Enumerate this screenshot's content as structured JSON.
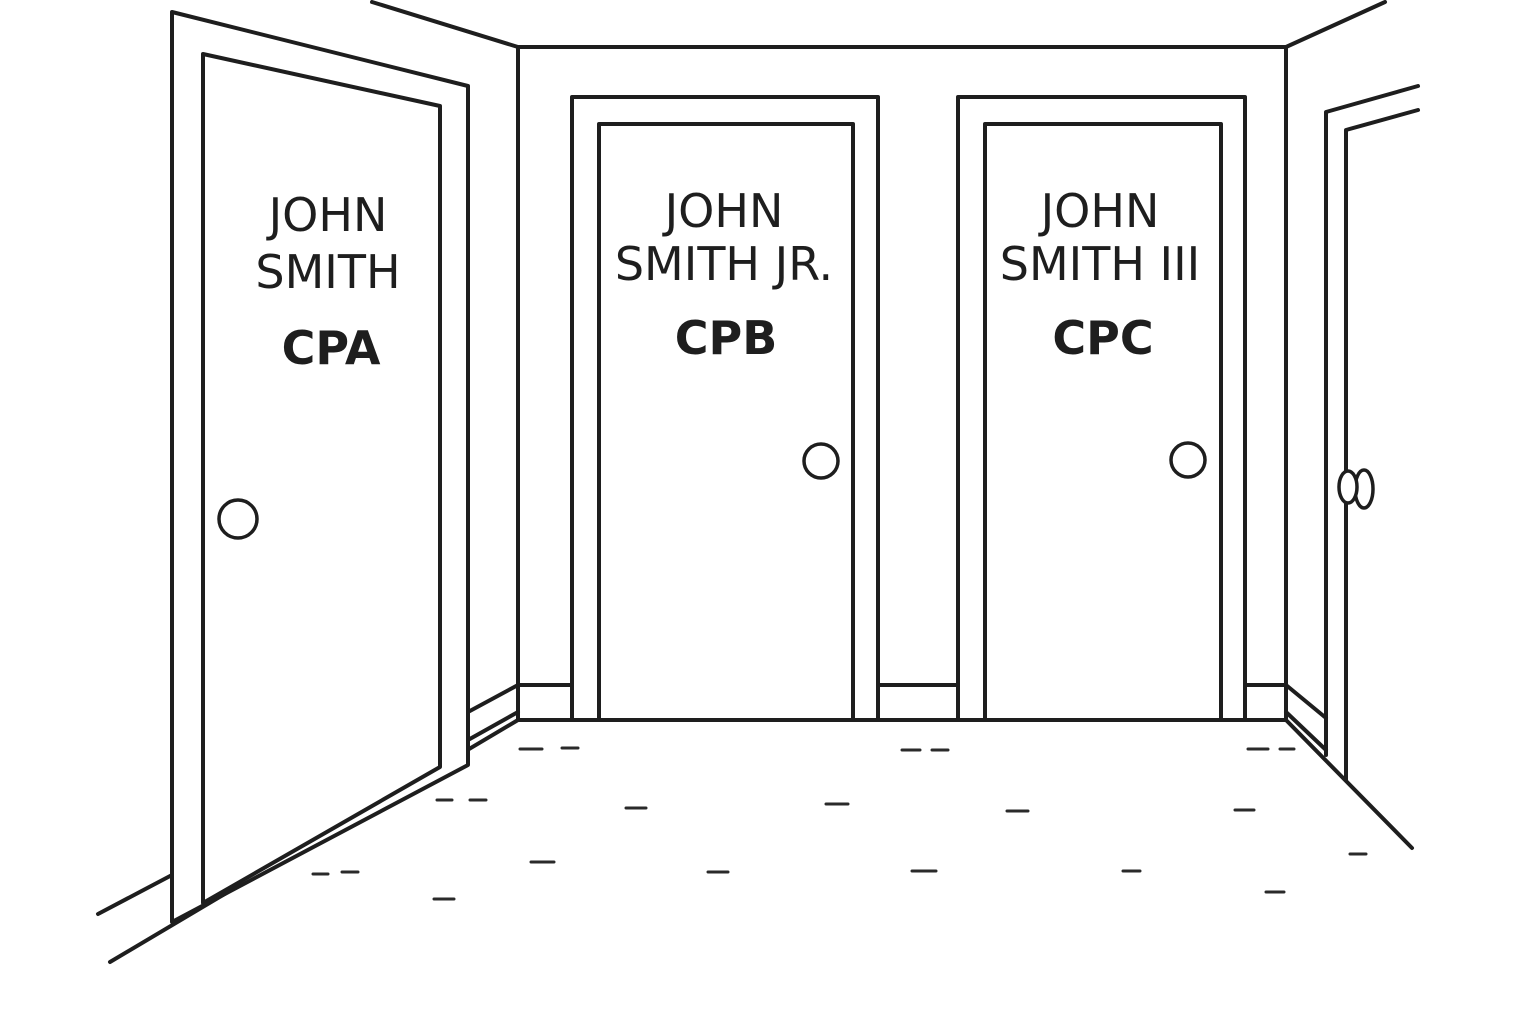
{
  "doors": [
    {
      "name_line1": "JOHN",
      "name_line2": "SMITH",
      "title": "CPA"
    },
    {
      "name_line1": "JOHN",
      "name_line2": "SMITH JR.",
      "title": "CPB"
    },
    {
      "name_line1": "JOHN",
      "name_line2": "SMITH III",
      "title": "CPC"
    }
  ],
  "colors": {
    "line": "#1e1e1e",
    "background": "#ffffff"
  },
  "icons": [
    "door-knob-icon"
  ]
}
